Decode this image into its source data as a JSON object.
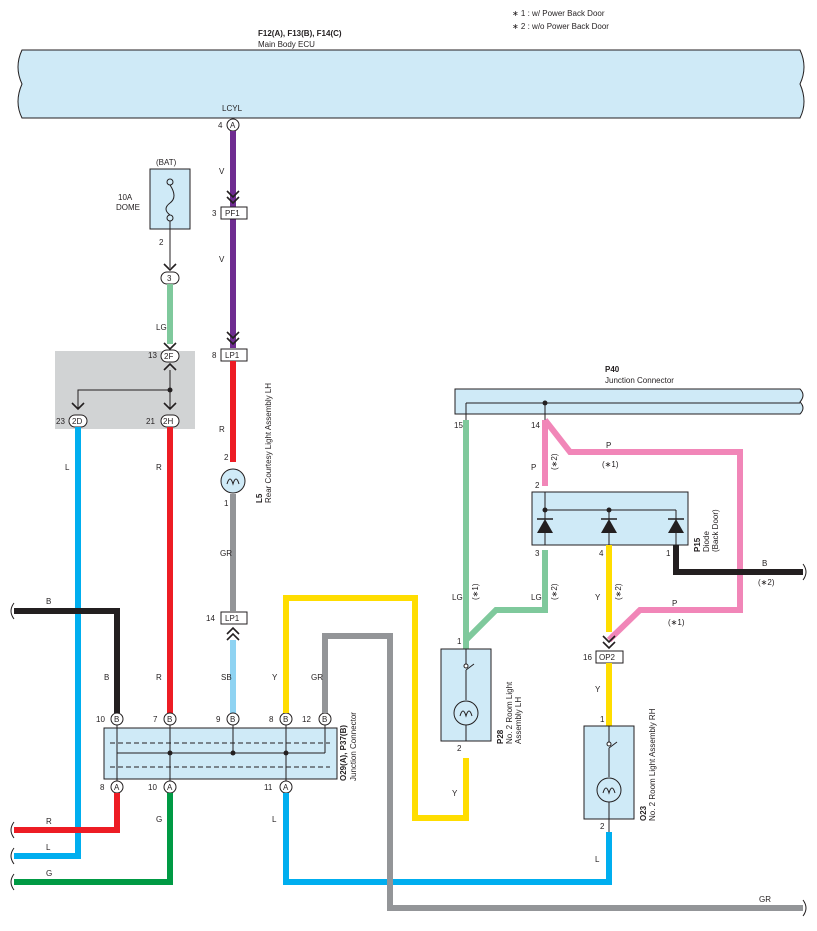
{
  "notes": {
    "note1": "∗ 1 : w/ Power Back Door",
    "note2": "∗ 2 : w/o Power Back Door"
  },
  "ecu": {
    "connectors": "F12(A), F13(B), F14(C)",
    "name": "Main Body ECU",
    "terminal_label": "LCYL",
    "pin": "4",
    "pin_code": "A"
  },
  "fuse": {
    "source": "(BAT)",
    "rating": "10A",
    "name": "DOME",
    "pin": "2",
    "conn": "3"
  },
  "wire_colors": {
    "V": "#6f2c91",
    "LG": "#7fc99c",
    "R": "#ed1c24",
    "GR": "#939598",
    "SB": "#8fd3f2",
    "L": "#00aeef",
    "G": "#009a44",
    "B": "#231f20",
    "Y": "#ffdd00",
    "P": "#f186b8"
  },
  "connectors": {
    "pf1": {
      "pin": "3",
      "code": "PF1"
    },
    "lp1a": {
      "pin": "8",
      "code": "LP1"
    },
    "lp1b": {
      "pin": "14",
      "code": "LP1"
    },
    "op2": {
      "pin": "16",
      "code": "OP2"
    },
    "j2f": {
      "pin": "13",
      "code": "2F"
    },
    "j2d": {
      "pin": "23",
      "code": "2D"
    },
    "j2h": {
      "pin": "21",
      "code": "2H"
    }
  },
  "labels": {
    "V": "V",
    "LG": "LG",
    "R": "R",
    "GR": "GR",
    "SB": "SB",
    "L": "L",
    "G": "G",
    "B": "B",
    "Y": "Y",
    "P": "P",
    "star1": "(∗1)",
    "star2": "(∗2)"
  },
  "l5": {
    "code": "L5",
    "name": "Rear Courtesy Light Assembly LH",
    "pin_top": "2",
    "pin_bottom": "1"
  },
  "p40": {
    "code": "P40",
    "name": "Junction Connector",
    "pin15": "15",
    "pin14": "14"
  },
  "p15": {
    "code": "P15",
    "name1": "Diode",
    "name2": "(Back Door)",
    "pin2": "2",
    "pin3": "3",
    "pin4": "4",
    "pin1": "1"
  },
  "p28": {
    "code": "P28",
    "name1": "No. 2 Room Light",
    "name2": "Assembly LH",
    "pin1": "1",
    "pin2": "2"
  },
  "o23": {
    "code": "O23",
    "name": "No. 2 Room Light Assembly RH",
    "pin1": "1",
    "pin2": "2"
  },
  "jc": {
    "code": "O29(A), P37(B)",
    "name": "Junction Connector",
    "top_pins": [
      {
        "n": "10",
        "c": "B"
      },
      {
        "n": "7",
        "c": "B"
      },
      {
        "n": "9",
        "c": "B"
      },
      {
        "n": "8",
        "c": "B"
      },
      {
        "n": "12",
        "c": "B"
      }
    ],
    "bottom_pins": [
      {
        "n": "8",
        "c": "A"
      },
      {
        "n": "10",
        "c": "A"
      },
      {
        "n": "11",
        "c": "A"
      }
    ]
  }
}
